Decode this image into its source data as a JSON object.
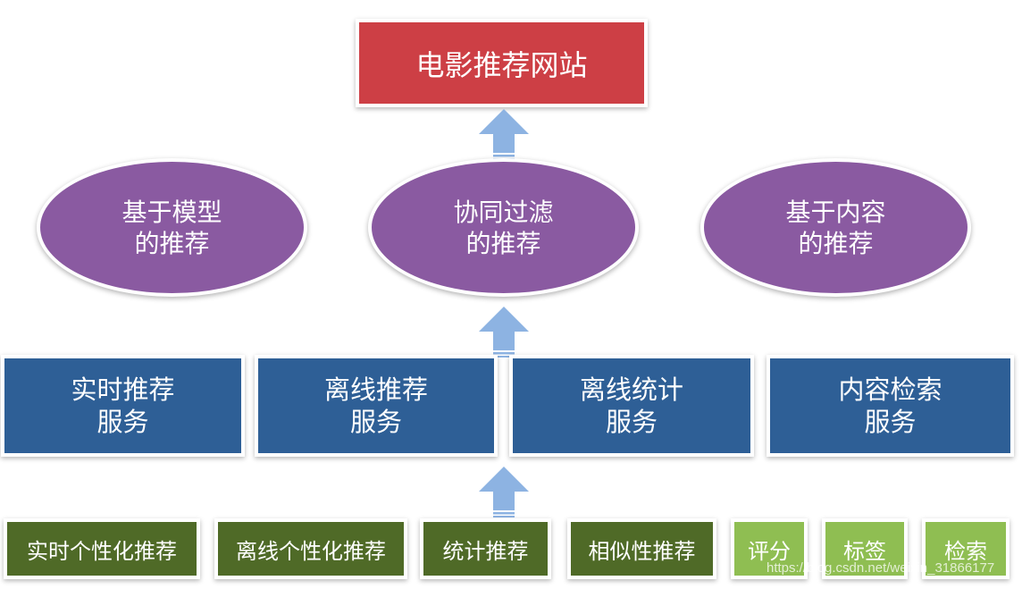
{
  "top": {
    "label": "电影推荐网站"
  },
  "recommenders": [
    {
      "line1": "基于模型",
      "line2": "的推荐"
    },
    {
      "line1": "协同过滤",
      "line2": "的推荐"
    },
    {
      "line1": "基于内容",
      "line2": "的推荐"
    }
  ],
  "services": [
    {
      "line1": "实时推荐",
      "line2": "服务"
    },
    {
      "line1": "离线推荐",
      "line2": "服务"
    },
    {
      "line1": "离线统计",
      "line2": "服务"
    },
    {
      "line1": "内容检索",
      "line2": "服务"
    }
  ],
  "algorithms": [
    "实时个性化推荐",
    "离线个性化推荐",
    "统计推荐",
    "相似性推荐"
  ],
  "sources": [
    "评分",
    "标签",
    "检索"
  ],
  "watermark": "https://blog.csdn.net/weixin_31866177",
  "colors": {
    "top": "#cd3f45",
    "oval": "#8a5aa1",
    "service": "#2e5f96",
    "algorithm": "#4f6a27",
    "source": "#8fbe52",
    "arrow": "#8db3e2"
  }
}
